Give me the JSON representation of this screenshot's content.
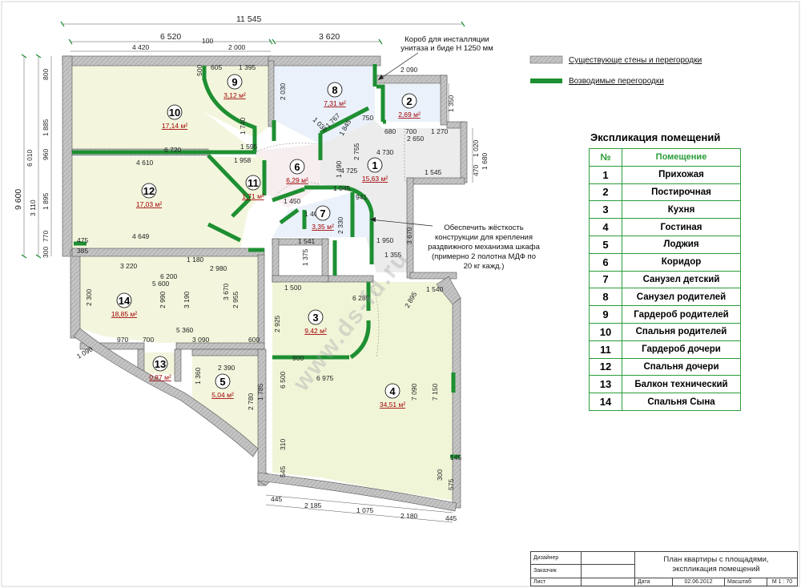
{
  "dimensions": {
    "total_width": "11 545",
    "top_left": "6 520",
    "top_right": "3 620",
    "top_a": "4 420",
    "top_b": "100",
    "top_c": "2 000",
    "left_total": "9 600",
    "left_a": "800",
    "left_b": "1 885",
    "left_c": "960",
    "left_d": "3 110",
    "left_e": "1 895",
    "left_f": "770",
    "left_g": "300",
    "left_h": "6 010",
    "bottom_a": "445",
    "bottom_b": "2 185",
    "bottom_c": "1 075",
    "bottom_d": "2 180",
    "bottom_e": "445",
    "right_a": "1 350",
    "right_b": "2 090",
    "right_c": "1 680",
    "right_d": "1 020",
    "right_e": "470",
    "r1": "4 730",
    "r2": "4 725",
    "r3": "2 755",
    "r4": "1 545",
    "r5": "3 670",
    "r6": "1 950",
    "r7": "1 355",
    "r8": "6 720",
    "r9": "4 610",
    "r10": "4 649",
    "r11": "3 220",
    "r12": "6 200",
    "r13": "5 600",
    "r14": "2 980",
    "r15": "5 360",
    "r16": "3 090",
    "r17": "970",
    "r18": "700",
    "r19": "600",
    "r20": "1 090",
    "r21": "2 390",
    "r22": "2 780",
    "r23": "1 785",
    "r24": "1 360",
    "r25": "6 975",
    "r26": "6 285",
    "r27": "6 500",
    "r28": "7 090",
    "r29": "7 150",
    "r30": "2 925",
    "r31": "1 500",
    "r32": "1 540",
    "r33": "2 895",
    "r34": "2 330",
    "r35": "1 541",
    "r36": "1 375",
    "r37": "1 180",
    "r38": "2 300",
    "r39": "2 990",
    "r40": "3 190",
    "r41": "3 670",
    "r42": "2 955",
    "r43": "1 740",
    "r44": "1 595",
    "r45": "1 958",
    "r46": "2 030",
    "r47": "1 395",
    "r48": "605",
    "r49": "500",
    "r50": "2 650",
    "r51": "680",
    "r52": "700",
    "r53": "1 270",
    "r54": "750",
    "r55": "1 845",
    "r56": "1 767",
    "r57": "1 038",
    "r58": "1 490",
    "r59": "1 045",
    "r60": "941",
    "r61": "1 450",
    "r62": "1 405",
    "r63": "900",
    "r64": "300",
    "r65": "545",
    "r66": "310",
    "r67": "575",
    "r68": "145",
    "r69": "475",
    "r70": "385"
  },
  "rooms": [
    {
      "num": "1",
      "area": "15,63 м²"
    },
    {
      "num": "2",
      "area": "2,69 м²"
    },
    {
      "num": "3",
      "area": "9,42 м²"
    },
    {
      "num": "4",
      "area": "34,51 м²"
    },
    {
      "num": "5",
      "area": "5,04 м²"
    },
    {
      "num": "6",
      "area": "6,29 м²"
    },
    {
      "num": "7",
      "area": "3,35 м²"
    },
    {
      "num": "8",
      "area": "7,31 м²"
    },
    {
      "num": "9",
      "area": "3,12 м²"
    },
    {
      "num": "10",
      "area": "17,14 м²"
    },
    {
      "num": "11",
      "area": "1,71 м²"
    },
    {
      "num": "12",
      "area": "17,03 м²"
    },
    {
      "num": "13",
      "area": "0,87 м²"
    },
    {
      "num": "14",
      "area": "18,85 м²"
    }
  ],
  "notes": {
    "box_line1": "Короб для инсталляции",
    "box_line2": "унитаза и биде Н 1250 мм",
    "wardrobe_line1": "Обеспечить жёсткость",
    "wardrobe_line2": "конструкции  для крепления",
    "wardrobe_line3": "раздвижного механизма шкафа",
    "wardrobe_line4": "(примерно 2 полотна МДФ по",
    "wardrobe_line5": "20 кг кажд.)"
  },
  "legend": {
    "existing": "Существующе стены и перегородки",
    "new": "Возводимые перегородки"
  },
  "watermark": "www.ds-fd.ru",
  "explication": {
    "title": "Экспликация помещений",
    "header_num": "№",
    "header_room": "Помещение",
    "rows": [
      {
        "num": "1",
        "name": "Прихожая"
      },
      {
        "num": "2",
        "name": "Постирочная"
      },
      {
        "num": "3",
        "name": "Кухня"
      },
      {
        "num": "4",
        "name": "Гостиная"
      },
      {
        "num": "5",
        "name": "Лоджия"
      },
      {
        "num": "6",
        "name": "Коридор"
      },
      {
        "num": "7",
        "name": "Санузел детский"
      },
      {
        "num": "8",
        "name": "Санузел родителей"
      },
      {
        "num": "9",
        "name": "Гардероб родителей"
      },
      {
        "num": "10",
        "name": "Спальня родителей"
      },
      {
        "num": "11",
        "name": "Гардероб дочери"
      },
      {
        "num": "12",
        "name": "Спальня дочери"
      },
      {
        "num": "13",
        "name": "Балкон технический"
      },
      {
        "num": "14",
        "name": "Спальня Сына"
      }
    ]
  },
  "title_block": {
    "designer": "Дизайнер",
    "customer": "Заказчик",
    "sheet": "Лист",
    "title_line1": "План квартиры с площадями,",
    "title_line2": "экспликация помещений",
    "date_label": "Дата",
    "date_value": "02.06.2012",
    "scale_label": "Масштаб",
    "scale_value": "М 1 : 70"
  },
  "colors": {
    "existing_wall": "#b8b8b8",
    "new_wall": "#1e8f32",
    "room_fill": "#f1f5d8",
    "room_bath": "#eaf1fa",
    "corridor": "#ececec",
    "area_text": "#a00000"
  }
}
